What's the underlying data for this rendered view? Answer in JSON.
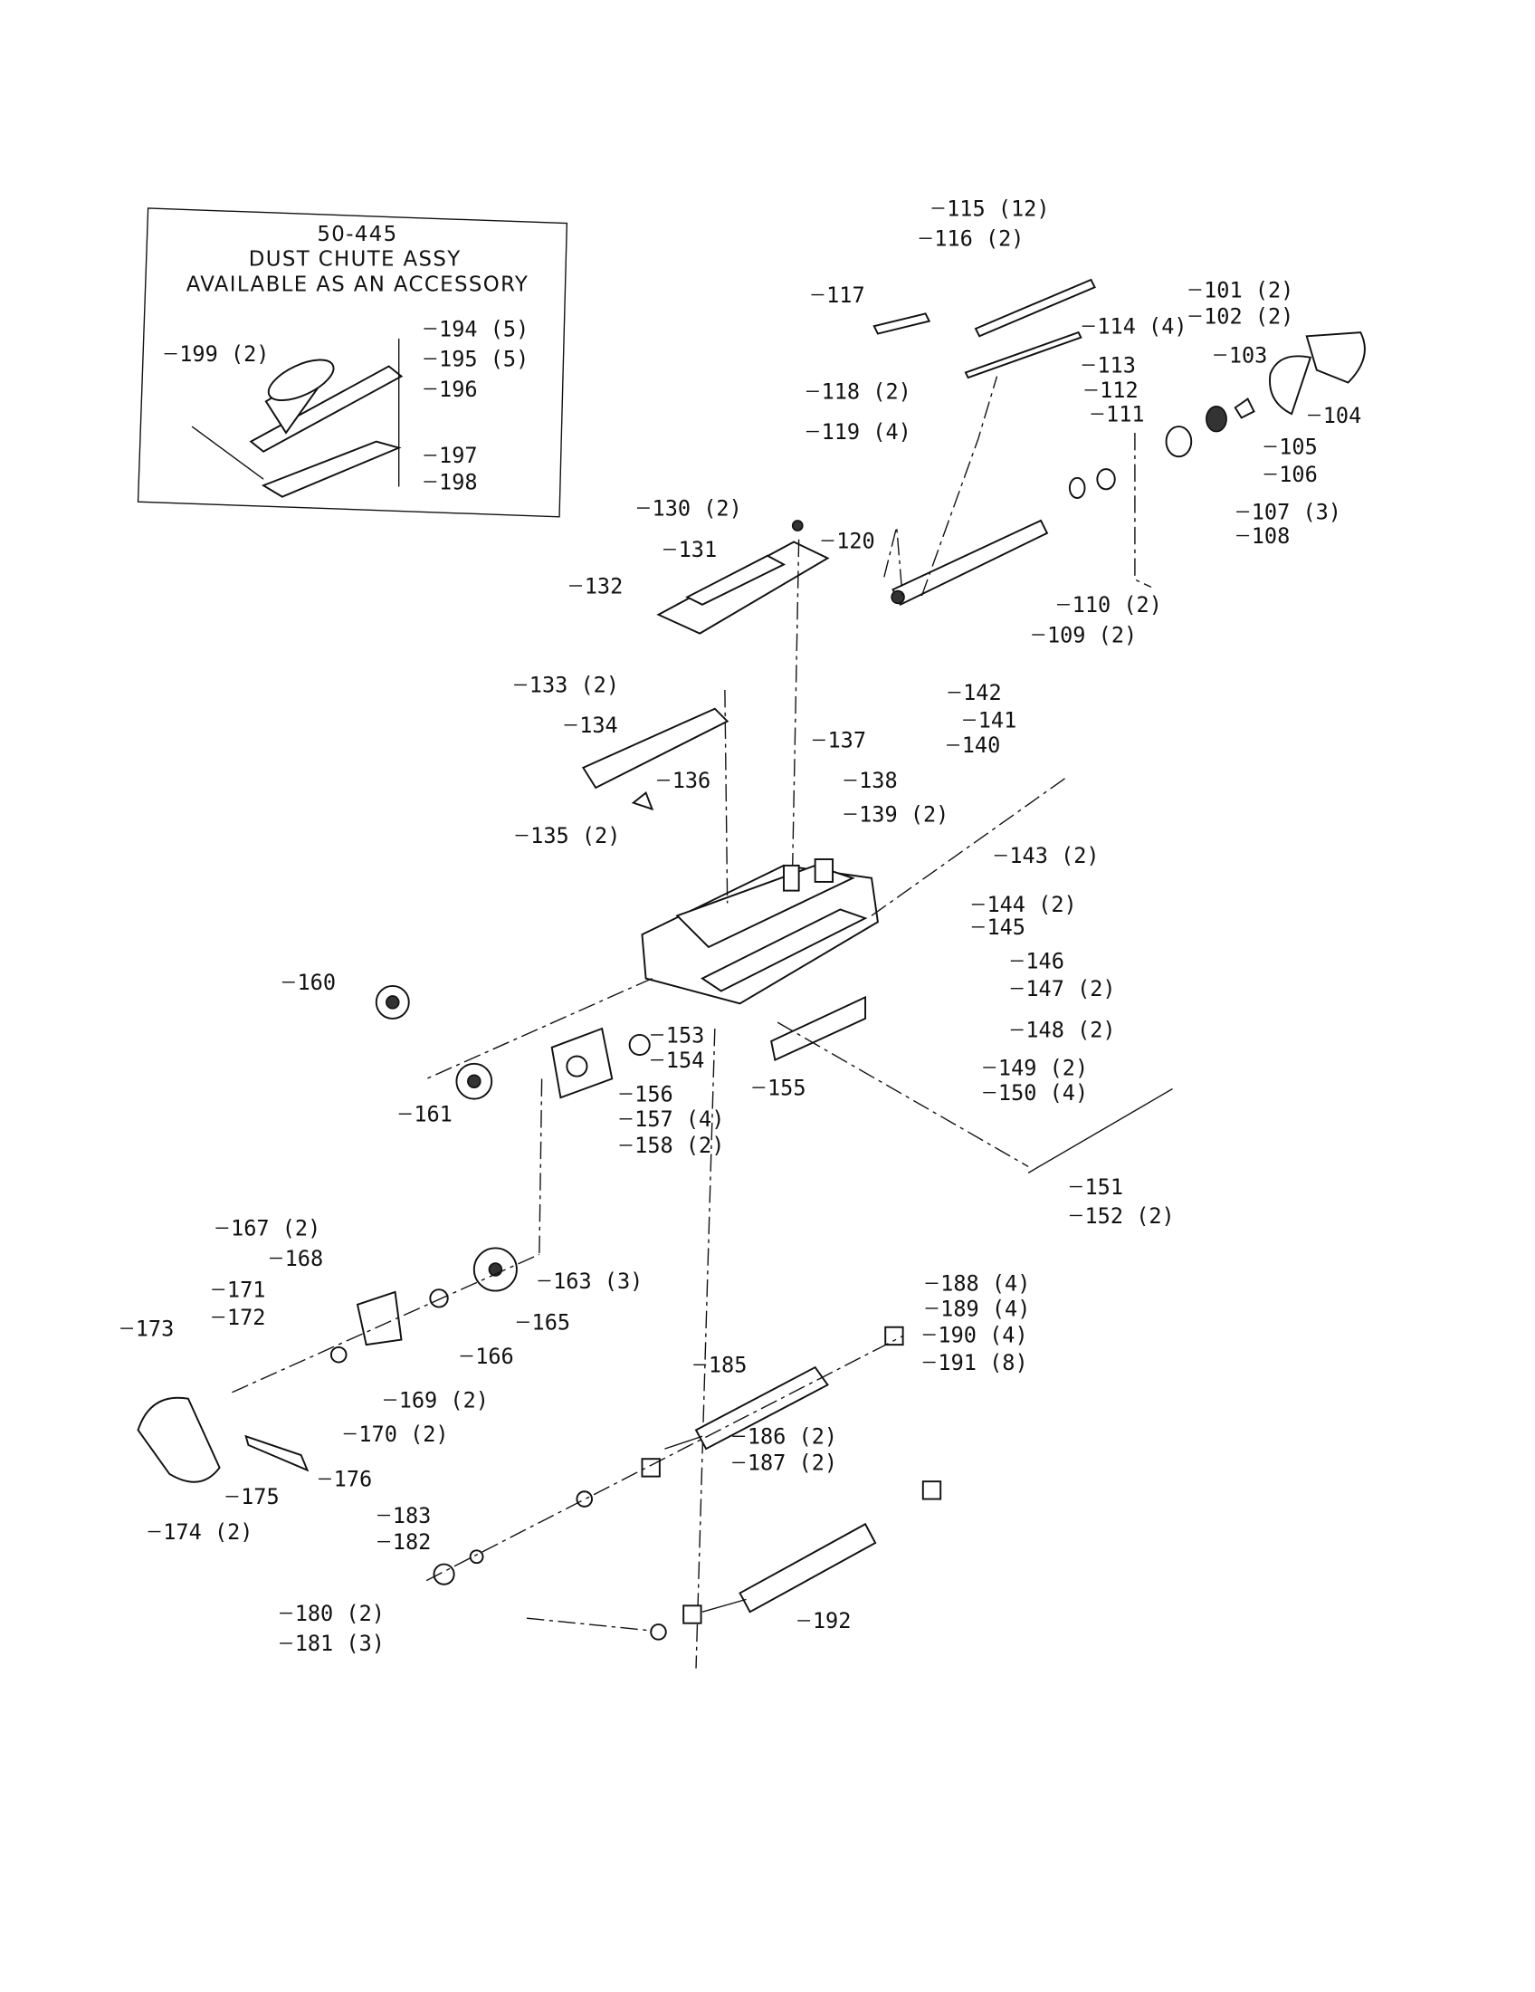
{
  "inset": {
    "title_lines": [
      "50-445",
      "DUST CHUTE ASSY",
      "AVAILABLE AS AN ACCESSORY"
    ]
  },
  "labels": [
    "194 (5)",
    "195 (5)",
    "196",
    "197",
    "198",
    "199 (2)",
    "115 (12)",
    "116 (2)",
    "117",
    "114 (4)",
    "118 (2)",
    "119 (4)",
    "113",
    "112",
    "111",
    "101 (2)",
    "102 (2)",
    "103",
    "104",
    "105",
    "106",
    "107 (3)",
    "108",
    "110 (2)",
    "109 (2)",
    "120",
    "130 (2)",
    "131",
    "132",
    "133 (2)",
    "134",
    "136",
    "135 (2)",
    "137",
    "138",
    "139 (2)",
    "142",
    "141",
    "140",
    "143 (2)",
    "144 (2)",
    "145",
    "146",
    "147 (2)",
    "148 (2)",
    "149 (2)",
    "150 (4)",
    "151",
    "152 (2)",
    "160",
    "161",
    "153",
    "154",
    "156",
    "157 (4)",
    "158 (2)",
    "155",
    "167 (2)",
    "168",
    "163 (3)",
    "165",
    "171",
    "172",
    "166",
    "173",
    "169 (2)",
    "170 (2)",
    "176",
    "175",
    "174 (2)",
    "185",
    "188 (4)",
    "189 (4)",
    "190 (4)",
    "191 (8)",
    "186 (2)",
    "187 (2)",
    "183",
    "182",
    "180 (2)",
    "181 (3)",
    "192"
  ]
}
